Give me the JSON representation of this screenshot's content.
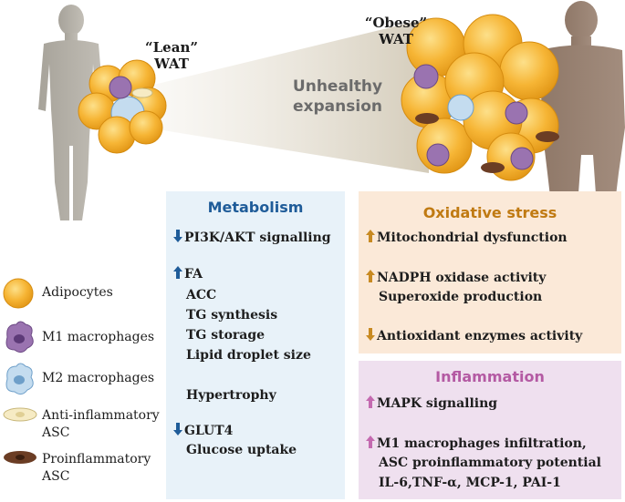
{
  "labels": {
    "lean": "“Lean”\nWAT",
    "obese": "“Obese”\nWAT",
    "expansion": "Unhealthy\nexpansion"
  },
  "metabolism": {
    "title": "Metabolism",
    "items": [
      {
        "dir": "down",
        "text": "PI3K/AKT signalling"
      },
      {
        "dir": "up",
        "text": "FA"
      }
    ],
    "fa_sub": [
      "ACC",
      "TG synthesis",
      "TG storage",
      "Lipid droplet size"
    ],
    "hypertrophy": "Hypertrophy",
    "glut": {
      "dir": "down",
      "text": "GLUT4"
    },
    "glut_sub": "Glucose uptake"
  },
  "oxidative": {
    "title": "Oxidative stress",
    "items": [
      {
        "dir": "up",
        "text": "Mitochondrial dysfunction"
      },
      {
        "dir": "up",
        "text": "NADPH oxidase activity"
      },
      {
        "dir": "down",
        "text": "Antioxidant enzymes activity"
      }
    ],
    "sub": "Superoxide production"
  },
  "inflammation": {
    "title": "Inflammation",
    "items": [
      {
        "dir": "up",
        "text": "MAPK signalling"
      },
      {
        "dir": "up",
        "text": "M1 macrophages infiltration,"
      }
    ],
    "sub": [
      "ASC proinflammatory potential",
      "IL-6,TNF-α, MCP-1, PAI-1"
    ]
  },
  "legend": [
    {
      "icon": "adipocyte-icon",
      "text": "Adipocytes"
    },
    {
      "icon": "m1-macrophage-icon",
      "text": "M1 macrophages"
    },
    {
      "icon": "m2-macrophage-icon",
      "text": "M2 macrophages"
    },
    {
      "icon": "anti-inflammatory-asc-icon",
      "text": "Anti-inflammatory\nASC"
    },
    {
      "icon": "proinflammatory-asc-icon",
      "text": "Proinflammatory\nASC"
    }
  ],
  "colors": {
    "metabolism_bg": "#e8f2f9",
    "metabolism_title": "#1f5c99",
    "arrow_blue": "#1f5c99",
    "oxidative_bg": "#fbe9d8",
    "oxidative_title": "#c07a12",
    "arrow_orange": "#c88a22",
    "inflammation_bg": "#efe0ef",
    "inflammation_title": "#b45aa3",
    "arrow_pink": "#c46ab0",
    "adipocyte": "#f5b63a",
    "m1": "#8c62a3",
    "m2": "#8eb7dc"
  }
}
